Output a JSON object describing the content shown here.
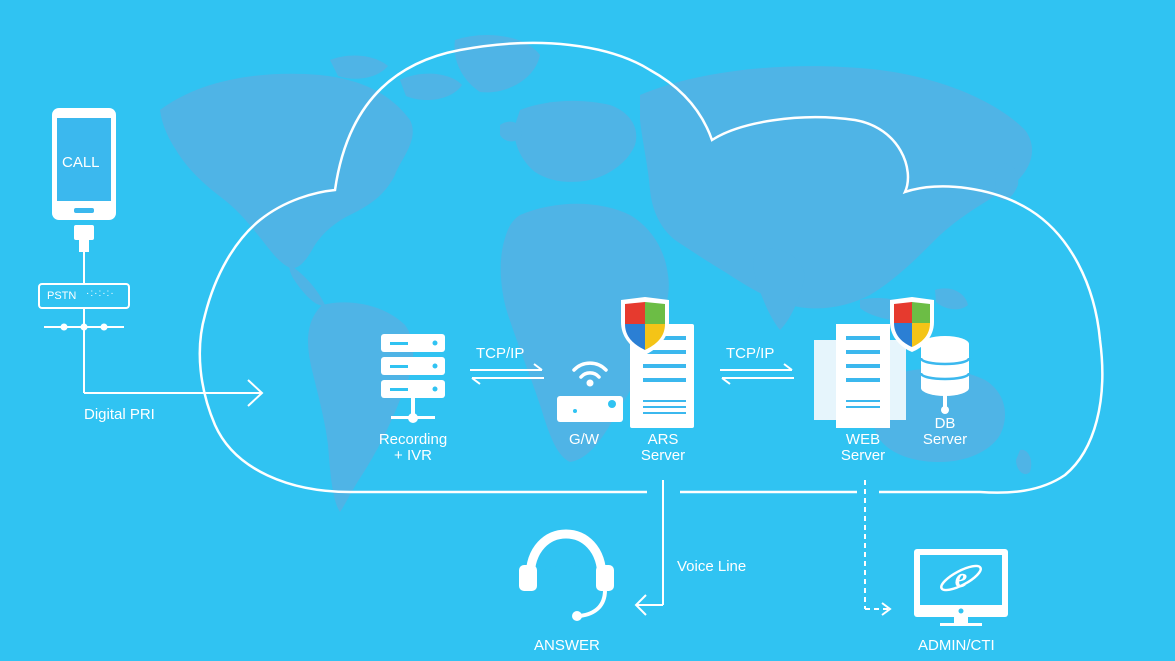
{
  "colors": {
    "background": "#30c3f2",
    "map": "#4fb4e6",
    "line": "#ffffff",
    "shield_red": "#e63a2e",
    "shield_green": "#6cbd45",
    "shield_blue": "#2b7fd4",
    "shield_yellow": "#f4c417",
    "ie_blue": "#2ea9ea"
  },
  "phone": {
    "label": "CALL",
    "icon": "smartphone-icon"
  },
  "pstn": {
    "label": "PSTN",
    "dots": "·:·:·:·"
  },
  "labels": {
    "digital_pri": "Digital PRI",
    "recording_1": "Recording",
    "recording_2": "+ IVR",
    "tcp_left": "TCP/IP",
    "gw": "G/W",
    "ars_1": "ARS",
    "ars_2": "Server",
    "tcp_right": "TCP/IP",
    "web_1": "WEB",
    "web_2": "Server",
    "db_1": "DB",
    "db_2": "Server",
    "voice_line": "Voice Line",
    "answer": "ANSWER",
    "admin": "ADMIN/CTI"
  },
  "icons": [
    "world-map",
    "cloud-outline",
    "recording-server-icon",
    "wifi-icon",
    "router-icon",
    "ars-server-icon",
    "security-shield-icon",
    "web-server-icon",
    "database-icon",
    "headset-icon",
    "monitor-icon",
    "ie-logo-icon"
  ]
}
